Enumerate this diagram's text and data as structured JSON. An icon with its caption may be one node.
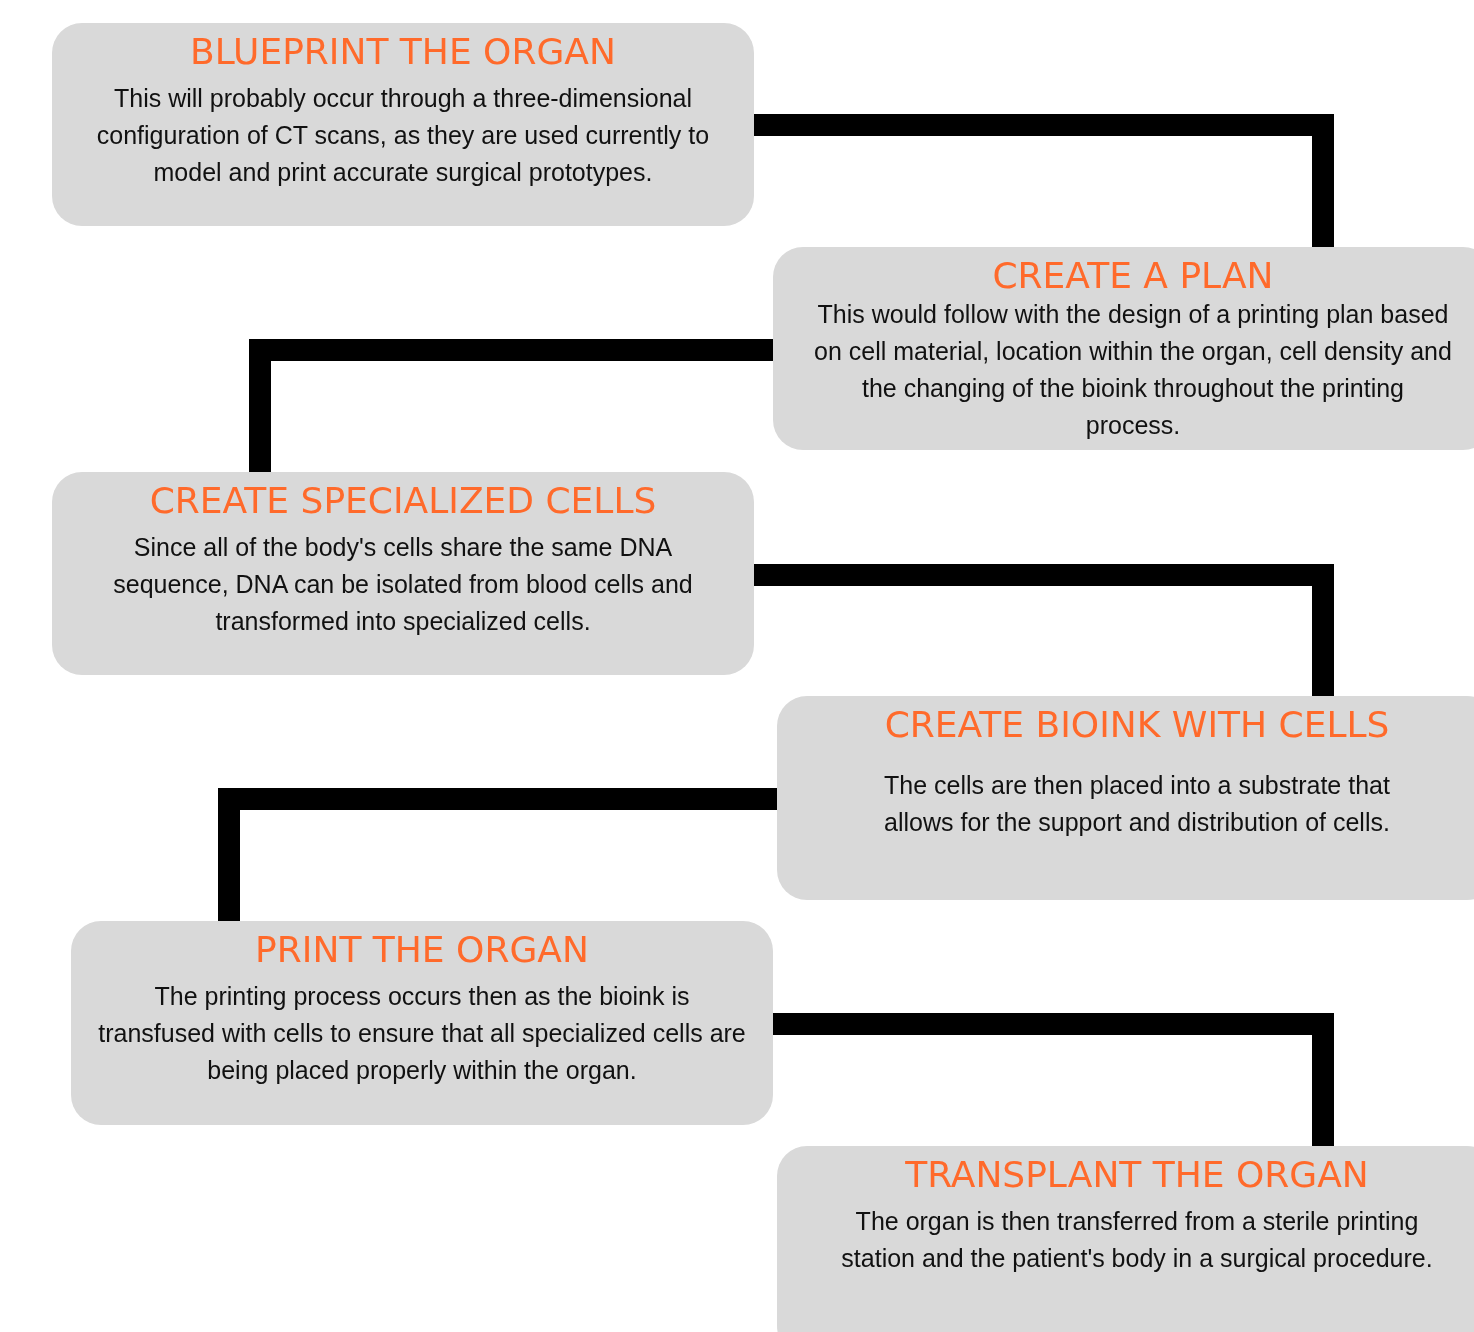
{
  "diagram": {
    "nodes": [
      {
        "text": [
          "BLUEPRINT THE ORGAN",
          "This will probably occur through a three-dimensional configuration of CT scans, as they are used currently to model and print accurate surgical prototypes."
        ]
      },
      {
        "text": [
          "CREATE A PLAN",
          "This would follow with the design of a printing plan based on cell material, location within the organ, cell density and the changing of the bioink throughout the printing process."
        ]
      },
      {
        "text": [
          "CREATE SPECIALIZED CELLS",
          "Since all of the body's cells share the same DNA sequence, DNA can be isolated from blood cells and transformed into specialized cells."
        ]
      },
      {
        "text": [
          "CREATE BIOINK WITH CELLS",
          "The cells are then placed into a substrate that allows for the support and distribution of cells."
        ]
      },
      {
        "text": [
          "PRINT THE ORGAN",
          "The printing process occurs then as the bioink is transfused with cells to ensure that all specialized cells are being placed properly within the organ."
        ]
      },
      {
        "text": [
          "TRANSPLANT THE ORGAN",
          "The organ is then transferred from a sterile printing station and the patient's body in a surgical procedure."
        ]
      }
    ],
    "edges": [
      {
        "from": 0,
        "to": 1,
        "arrow": "none"
      },
      {
        "from": 1,
        "to": 2,
        "arrow": "none"
      },
      {
        "from": 2,
        "to": 3,
        "arrow": "none"
      },
      {
        "from": 3,
        "to": 4,
        "arrow": "none"
      },
      {
        "from": 4,
        "to": 5,
        "arrow": "none"
      }
    ]
  }
}
